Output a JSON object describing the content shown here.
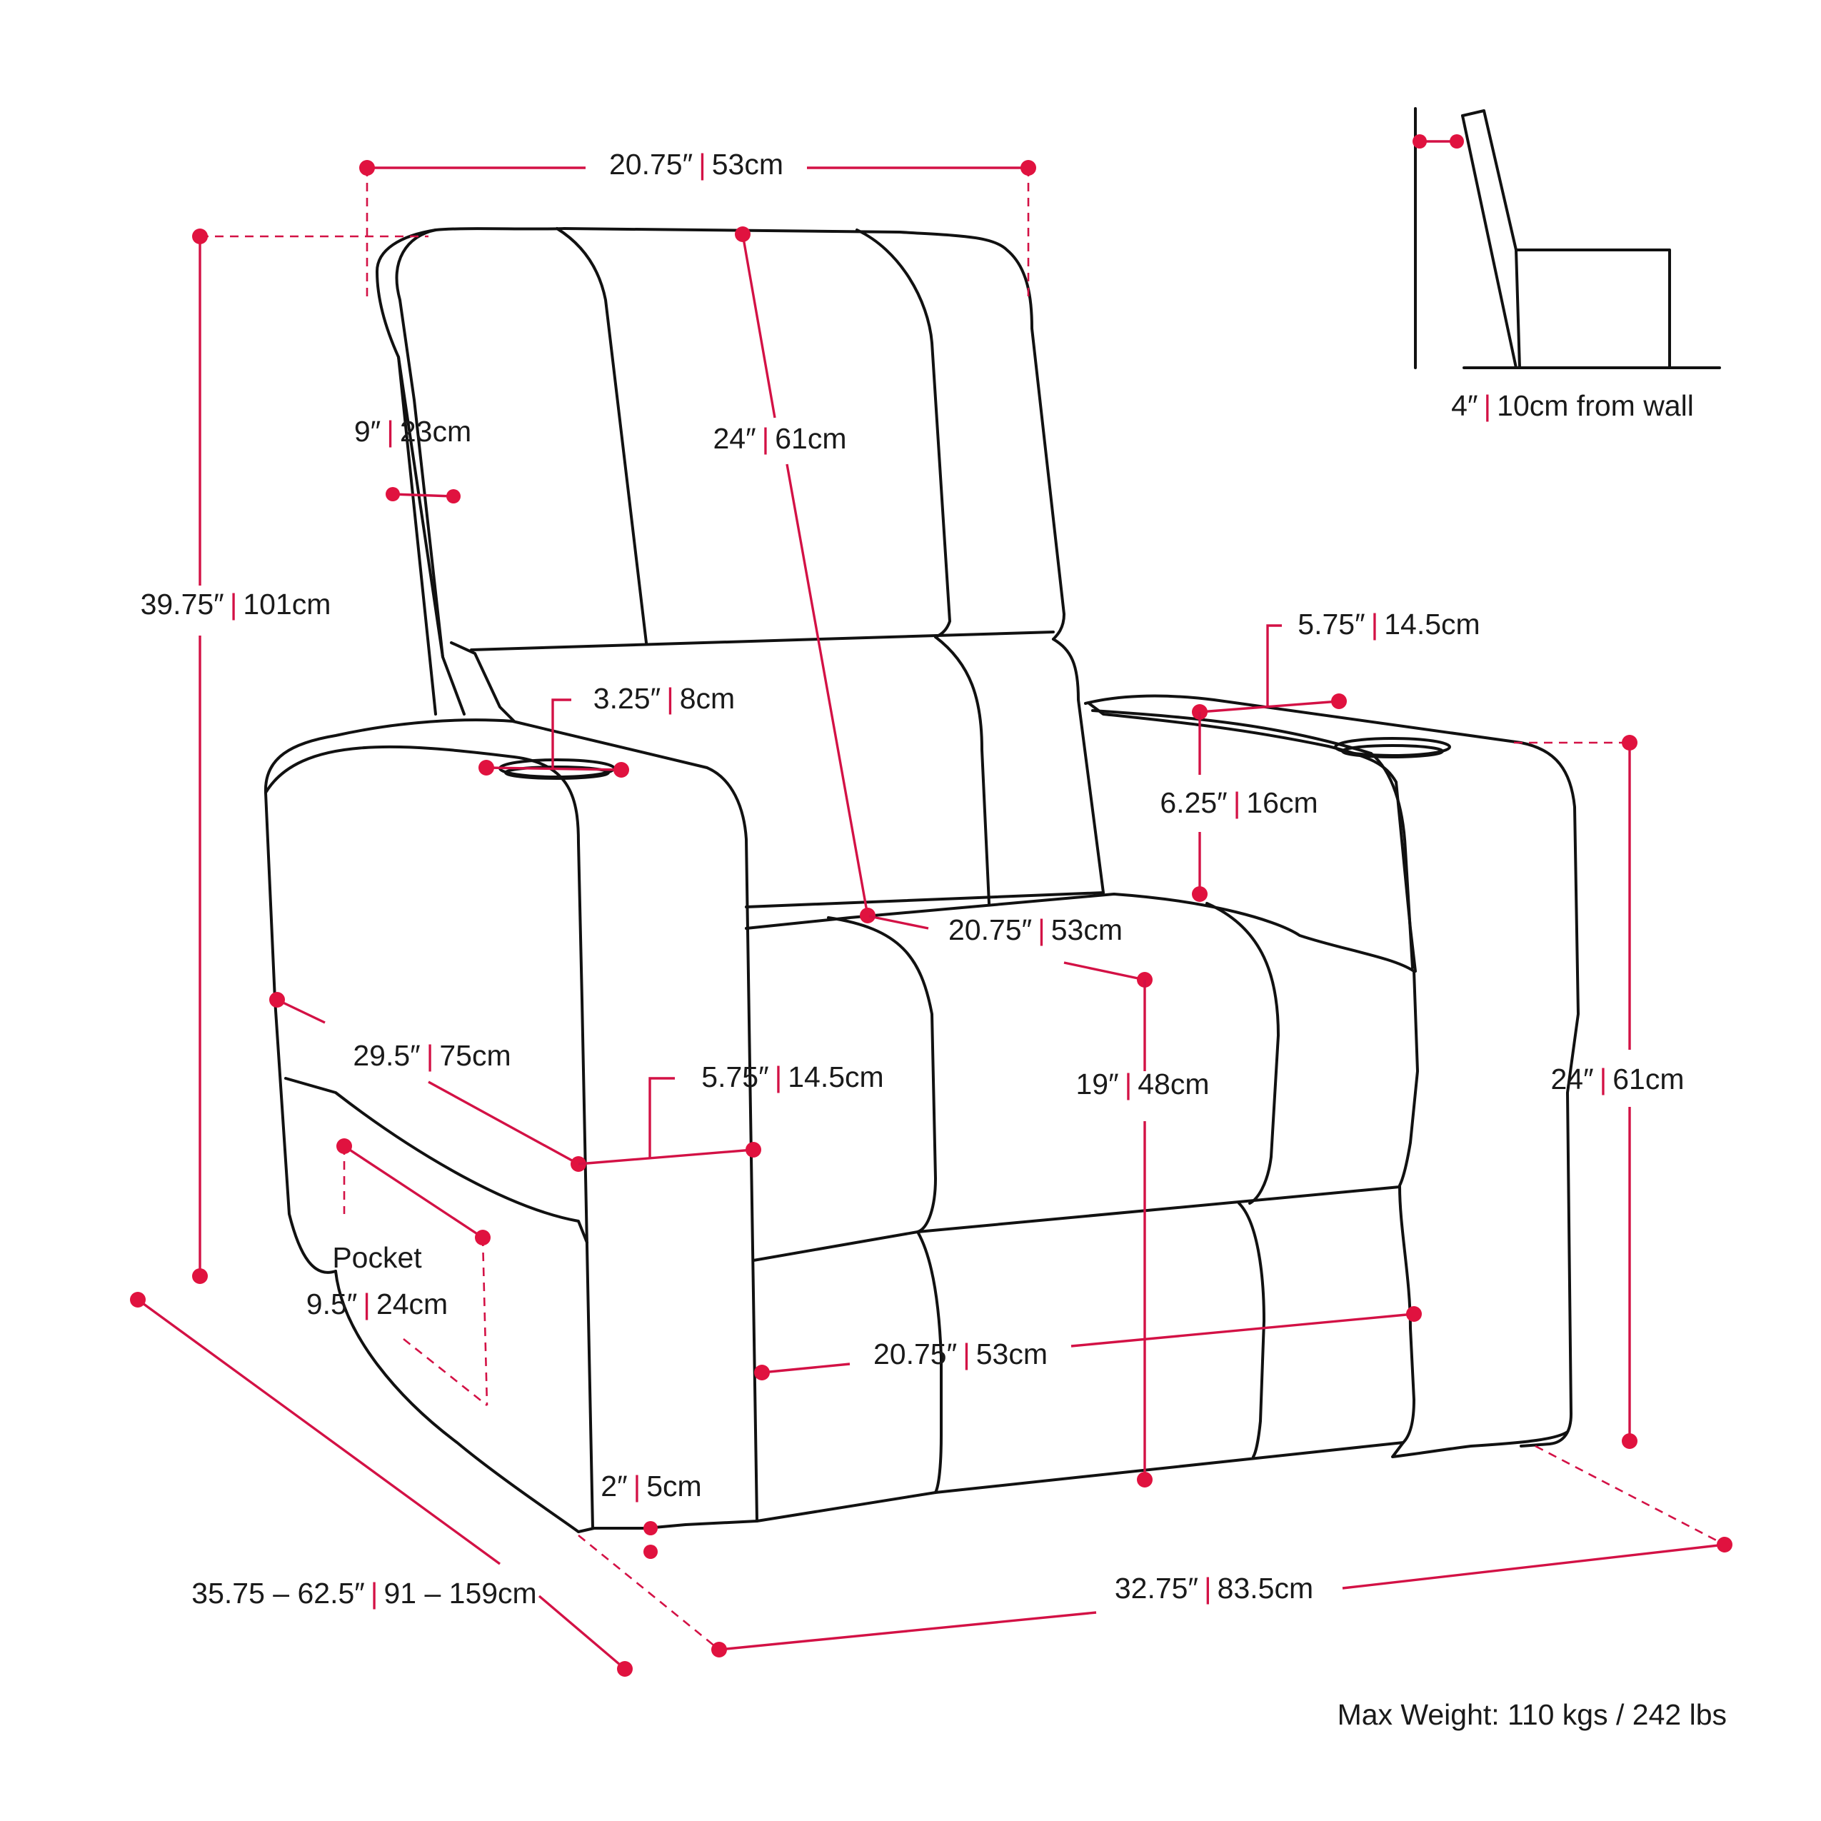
{
  "colors": {
    "dimension": "#d31145",
    "outline": "#111111",
    "background": "#ffffff"
  },
  "dimensions": {
    "top_width": {
      "imperial": "20.75″",
      "metric": "53cm"
    },
    "total_height": {
      "imperial": "39.75″",
      "metric": "101cm"
    },
    "wing_depth": {
      "imperial": "9″",
      "metric": "23cm"
    },
    "back_height": {
      "imperial": "24″",
      "metric": "61cm"
    },
    "cupholder_diameter": {
      "imperial": "3.25″",
      "metric": "8cm"
    },
    "armrest_width_right": {
      "imperial": "5.75″",
      "metric": "14.5cm"
    },
    "armrest_above_seat": {
      "imperial": "6.25″",
      "metric": "16cm"
    },
    "seat_width": {
      "imperial": "20.75″",
      "metric": "53cm"
    },
    "arm_depth": {
      "imperial": "29.5″",
      "metric": "75cm"
    },
    "armrest_width_left": {
      "imperial": "5.75″",
      "metric": "14.5cm"
    },
    "seat_height": {
      "imperial": "19″",
      "metric": "48cm"
    },
    "arm_height": {
      "imperial": "24″",
      "metric": "61cm"
    },
    "pocket": {
      "title": "Pocket",
      "imperial": "9.5″",
      "metric": "24cm"
    },
    "footrest_width": {
      "imperial": "20.75″",
      "metric": "53cm"
    },
    "ground_clearance": {
      "imperial": "2″",
      "metric": "5cm"
    },
    "overall_depth": {
      "imperial": "35.75 – 62.5″",
      "metric": "91 – 159cm"
    },
    "overall_width": {
      "imperial": "32.75″",
      "metric": "83.5cm"
    },
    "wall_clearance": {
      "imperial": "4″",
      "metric": "10cm from wall"
    }
  },
  "footer": {
    "max_weight": "Max Weight: 110 kgs / 242 lbs"
  }
}
